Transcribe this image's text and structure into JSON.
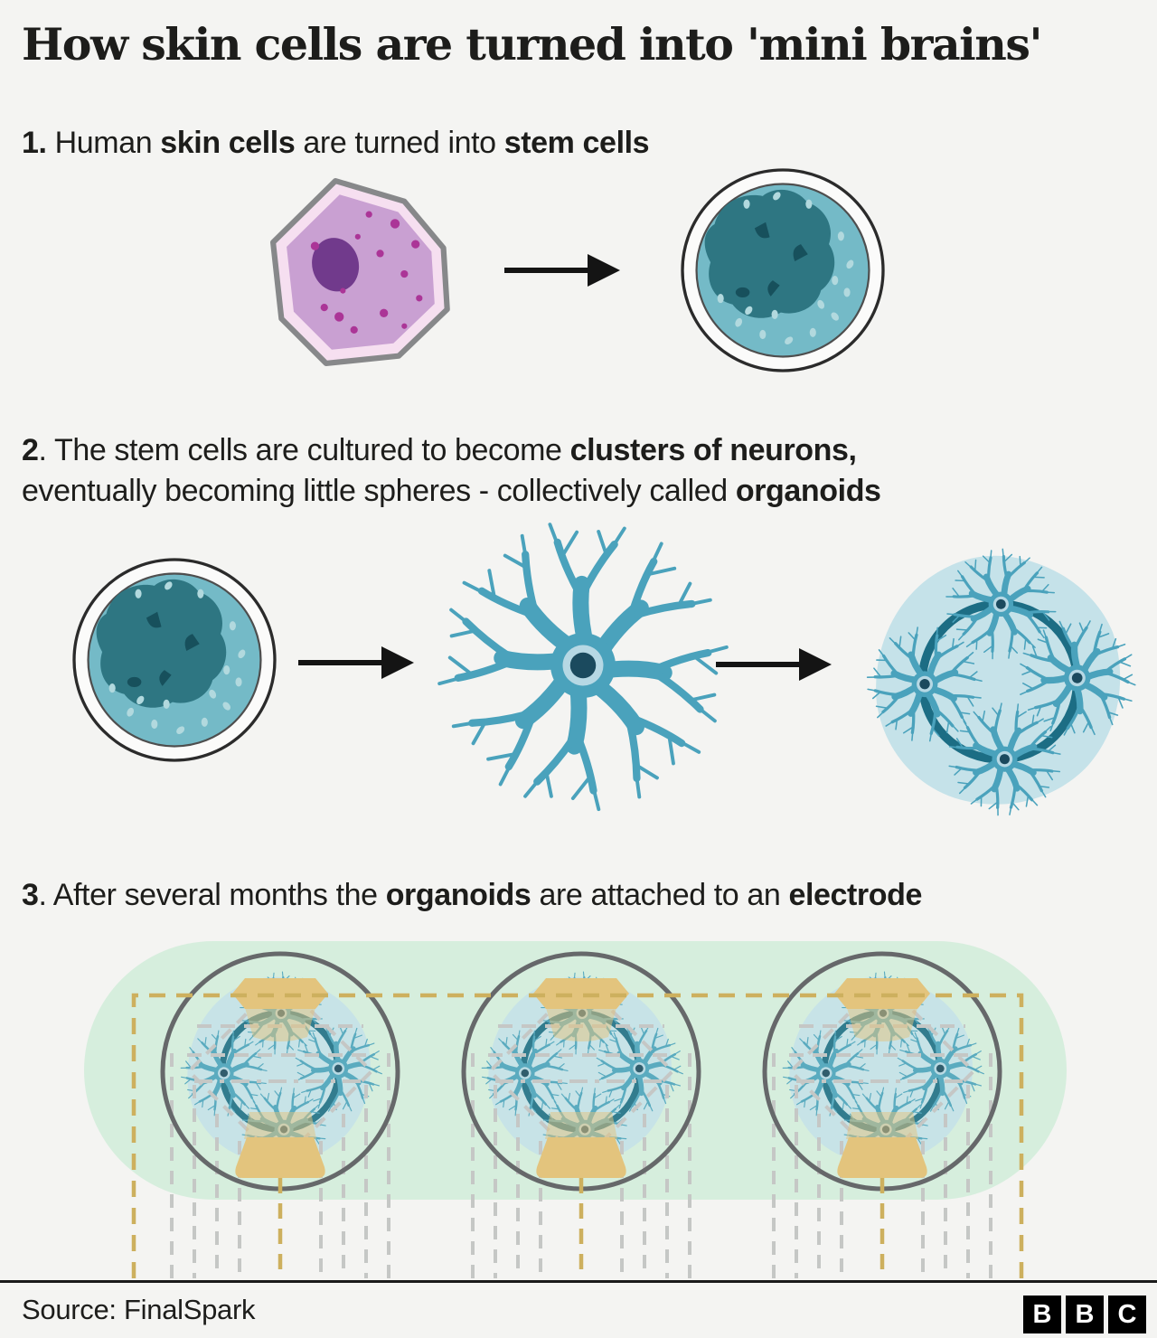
{
  "title": "How skin cells are turned into 'mini brains'",
  "steps": [
    {
      "lines": [
        [
          {
            "t": "1.",
            "b": 1
          },
          {
            "t": " Human ",
            "b": 0
          },
          {
            "t": "skin cells",
            "b": 1
          },
          {
            "t": " are turned into ",
            "b": 0
          },
          {
            "t": "stem cells",
            "b": 1
          }
        ]
      ]
    },
    {
      "lines": [
        [
          {
            "t": "2",
            "b": 1
          },
          {
            "t": ". The stem cells are cultured to become ",
            "b": 0
          },
          {
            "t": "clusters of neurons,",
            "b": 1
          }
        ],
        [
          {
            "t": "eventually becoming little spheres - collectively called ",
            "b": 0
          },
          {
            "t": "organoids",
            "b": 1
          }
        ]
      ]
    },
    {
      "lines": [
        [
          {
            "t": "3",
            "b": 1
          },
          {
            "t": ". After several months the ",
            "b": 0
          },
          {
            "t": "organoids",
            "b": 1
          },
          {
            "t": " are attached to an ",
            "b": 0
          },
          {
            "t": "electrode",
            "b": 1
          }
        ]
      ]
    }
  ],
  "footer": {
    "source": "Source: FinalSpark",
    "logo_letters": [
      "B",
      "B",
      "C"
    ]
  },
  "colors": {
    "background": "#f4f4f2",
    "text": "#1d1d1b",
    "arrow": "#141414",
    "skin-outline": "#87888a",
    "skin-outer": "#f6dff0",
    "skin-inner": "#c9a0d2",
    "skin-nucleus": "#713a8c",
    "skin-dot": "#ab3597",
    "stem-ring": "#2b2b2b",
    "stem-inner-ring": "#4e4e4e",
    "stem-fill": "#74bac7",
    "stem-blob": "#2e7682",
    "stem-blob-dark": "#17505c",
    "stem-speckle": "#b2d9de",
    "neuron-body": "#4aa2bc",
    "neuron-ring": "#b6d8e4",
    "neuron-nucleus": "#1b4a5e",
    "organoid-blob": "#c5e2e9",
    "organoid-link": "#1c6d84",
    "pill-green": "#d6eedd",
    "chip-circle": "#66686a",
    "electrode-tan": "#e3c47d",
    "wire-gold": "#cdb05e",
    "wire-gray": "#c5c7c5",
    "footer-line": "#1a1a1a",
    "logo-bg": "#000000",
    "logo-letter": "#ffffff"
  }
}
